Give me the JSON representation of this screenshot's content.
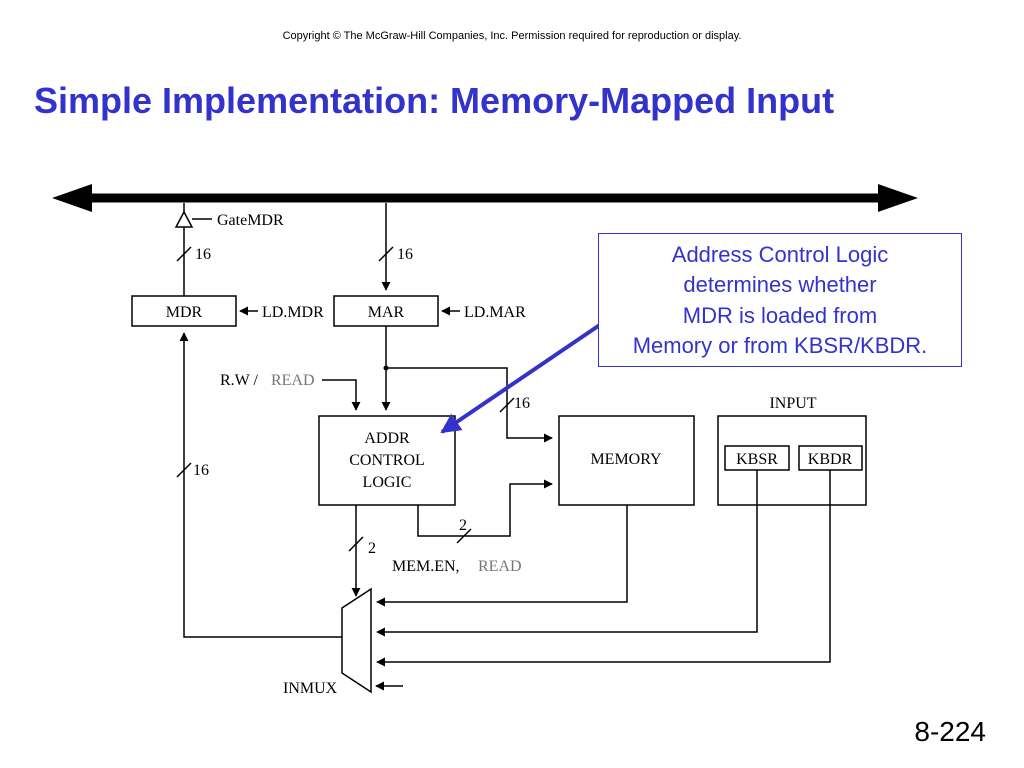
{
  "copyright": "Copyright © The McGraw-Hill Companies, Inc.  Permission required for reproduction or display.",
  "title": "Simple Implementation: Memory-Mapped Input",
  "page_number": "8-224",
  "callout": {
    "lines": [
      "Address Control Logic",
      "determines whether",
      "MDR is loaded from",
      "Memory or from KBSR/KBDR."
    ]
  },
  "diagram": {
    "gate_mdr": "GateMDR",
    "bus_width_left": "16",
    "bus_width_mid": "16",
    "mdr": "MDR",
    "ld_mdr": "LD.MDR",
    "mar": "MAR",
    "ld_mar": "LD.MAR",
    "rw": "R.W /",
    "read": "READ",
    "addr_control_logic": [
      "ADDR",
      "CONTROL",
      "LOGIC"
    ],
    "width_to_memory": "16",
    "memory": "MEMORY",
    "input": "INPUT",
    "kbsr": "KBSR",
    "kbdr": "KBDR",
    "width_inmux_feedback": "16",
    "width_ctrl_2a": "2",
    "width_ctrl_2b": "2",
    "mem_en": "MEM.EN,",
    "mem_read": "READ",
    "inmux": "INMUX"
  }
}
